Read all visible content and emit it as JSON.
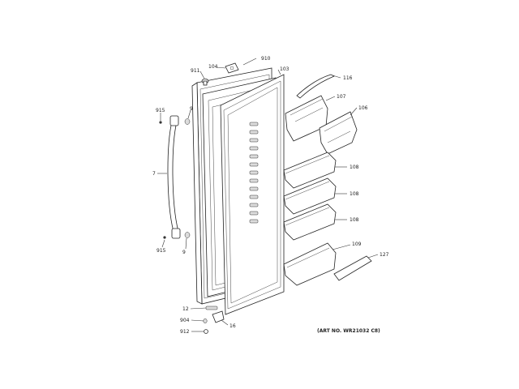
{
  "diagram": {
    "art_number": "(ART NO. WR21032 C8)",
    "callouts": {
      "c910": "910",
      "c104": "104",
      "c911": "911",
      "c103": "103",
      "c116": "116",
      "c107": "107",
      "c106": "106",
      "c915a": "915",
      "c9a": "9",
      "c7": "7",
      "c108a": "108",
      "c108b": "108",
      "c108c": "108",
      "c915b": "915",
      "c9b": "9",
      "c109": "109",
      "c127": "127",
      "c12": "12",
      "c904": "904",
      "c912": "912",
      "c16": "16"
    }
  }
}
